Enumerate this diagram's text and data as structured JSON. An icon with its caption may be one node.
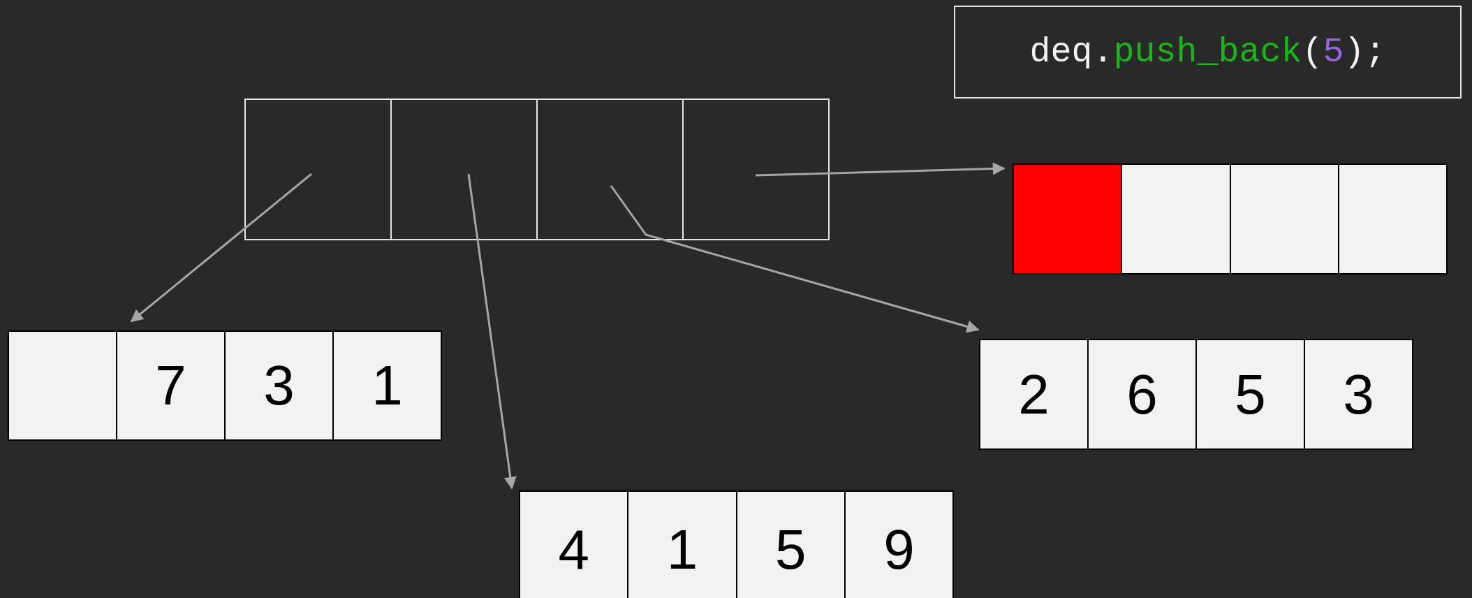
{
  "diagram": {
    "nodes": [
      {
        "text": [
          "deq.push_back(5);"
        ]
      },
      {
        "text": [],
        "shape": "box"
      },
      {
        "text": [],
        "shape": "box",
        "in": 1
      },
      {
        "text": [],
        "shape": "box",
        "in": 1
      },
      {
        "text": [],
        "shape": "box",
        "in": 1
      },
      {
        "text": [],
        "shape": "box",
        "in": 1
      },
      {
        "text": [],
        "shape": "box"
      },
      {
        "text": [],
        "shape": "box",
        "in": 6
      },
      {
        "text": [],
        "shape": "box",
        "in": 6
      },
      {
        "text": [],
        "shape": "box",
        "in": 6
      },
      {
        "text": [],
        "shape": "box",
        "in": 6
      },
      {
        "text": [],
        "shape": "box"
      },
      {
        "text": [],
        "shape": "box",
        "in": 11
      },
      {
        "text": [
          "7"
        ],
        "in": 11
      },
      {
        "text": [
          "3"
        ],
        "in": 11
      },
      {
        "text": [
          "1"
        ],
        "in": 11
      },
      {
        "text": [],
        "shape": "box"
      },
      {
        "text": [
          "2"
        ],
        "in": 16
      },
      {
        "text": [
          "6"
        ],
        "in": 16
      },
      {
        "text": [
          "5"
        ],
        "in": 16
      },
      {
        "text": [
          "3"
        ],
        "in": 16
      },
      {
        "text": [],
        "shape": "box"
      },
      {
        "text": [
          "4"
        ],
        "in": 21
      },
      {
        "text": [
          "1"
        ],
        "in": 21
      },
      {
        "text": [
          "5"
        ],
        "in": 21
      },
      {
        "text": [
          "9"
        ],
        "in": 21
      }
    ],
    "edges": [
      {
        "from": 2,
        "to": 11,
        "arrow": "to"
      },
      {
        "from": 3,
        "to": 21,
        "arrow": "to"
      },
      {
        "from": 4,
        "to": 16,
        "arrow": "to"
      },
      {
        "from": 5,
        "to": 6,
        "arrow": "to"
      }
    ]
  }
}
